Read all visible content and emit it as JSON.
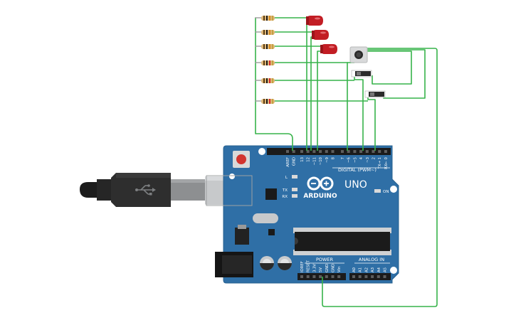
{
  "board": {
    "brand": "ARDUINO",
    "model": "UNO",
    "digital_label": "DIGITAL (PWM~)",
    "power_label": "POWER",
    "analog_label": "ANALOG IN",
    "on_label": "ON",
    "led_l": "L",
    "led_tx": "TX",
    "led_rx": "RX",
    "digital_pins": [
      "AREF",
      "GND",
      "13",
      "12",
      "~11",
      "~10",
      "~9",
      "8",
      "7",
      "~6",
      "~5",
      "4",
      "~3",
      "2",
      "TX→ 1",
      "RX← 0"
    ],
    "power_pins": [
      "IOREF",
      "RESET",
      "3.3V",
      "5V",
      "GND",
      "GND",
      "Vin"
    ],
    "analog_pins": [
      "A0",
      "A1",
      "A2",
      "A3",
      "A4",
      "A5"
    ],
    "board_color": "#2f6fa6"
  },
  "components": {
    "resistor_count": 6,
    "led_count": 3,
    "led_color": "#c21d24",
    "pushbutton_count": 1,
    "slide_switch_count": 2
  },
  "wire_color": "#37b34a",
  "icons": [
    "usb-cable-icon",
    "arduino-infinity-logo-icon"
  ]
}
